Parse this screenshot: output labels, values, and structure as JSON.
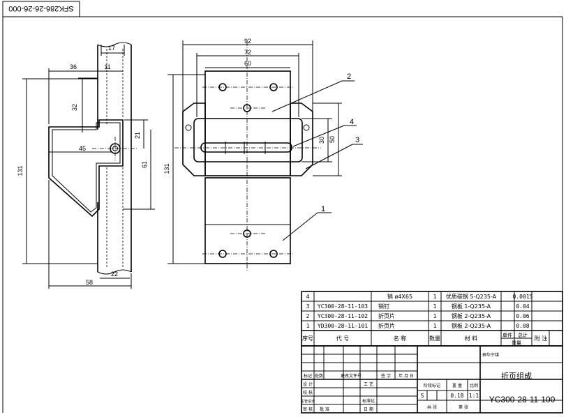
{
  "drawing_code_rotated": "SFK286-26-26-000",
  "side_view_dims": {
    "d17": "17",
    "d36": "36",
    "d11": "11",
    "d32": "32",
    "d21": "21",
    "d45": "45",
    "d61": "61",
    "d131": "131",
    "d58": "58",
    "d22": "22"
  },
  "front_view_dims": {
    "d92": "92",
    "d72": "72",
    "d60": "60",
    "d30": "30",
    "d50": "50",
    "d131": "131"
  },
  "balloons": [
    "2",
    "4",
    "3",
    "1"
  ],
  "bom_rows": [
    {
      "no": "4",
      "code": "",
      "name": "销 ø4X65",
      "qty": "1",
      "material": "优质碳钢 5-Q235-A",
      "unit_weight": "0.0015"
    },
    {
      "no": "3",
      "code": "YC300-28-11-103",
      "name": "销钉",
      "qty": "1",
      "material": "钢板 1-Q235-A",
      "unit_weight": "0.04"
    },
    {
      "no": "2",
      "code": "YC300-28-11-102",
      "name": "折页片",
      "qty": "1",
      "material": "钢板 2-Q235-A",
      "unit_weight": "0.06"
    },
    {
      "no": "1",
      "code": "YD300-28-11-101",
      "name": "折页片",
      "qty": "1",
      "material": "钢板 2-Q235-A",
      "unit_weight": "0.08"
    }
  ],
  "bom_header": {
    "no": "序号",
    "code": "代 号",
    "name": "名 称",
    "qty": "数量",
    "material": "材 料",
    "unit": "单件",
    "total": "总计",
    "weight": "重量",
    "note": "附 注"
  },
  "title_block": {
    "company": "神华宁煤",
    "drawing_name": "折页组成",
    "drawing_no": "YC300-28-11-100",
    "stage_label": "阶段标记",
    "stage": "S",
    "weight_label": "重 量",
    "weight": "0.18",
    "scale_label": "比例",
    "scale": "1:1",
    "sheets_label": "共 张",
    "sheet_label": "第 张",
    "rows": [
      "标记",
      "处数",
      "更改文件号",
      "签 字",
      "年 月 日"
    ],
    "roles": [
      "设 计",
      "校 核",
      "主管设计",
      "审 核",
      "批 准"
    ],
    "roles2": [
      "工 艺",
      "标准化",
      "日 期"
    ]
  }
}
